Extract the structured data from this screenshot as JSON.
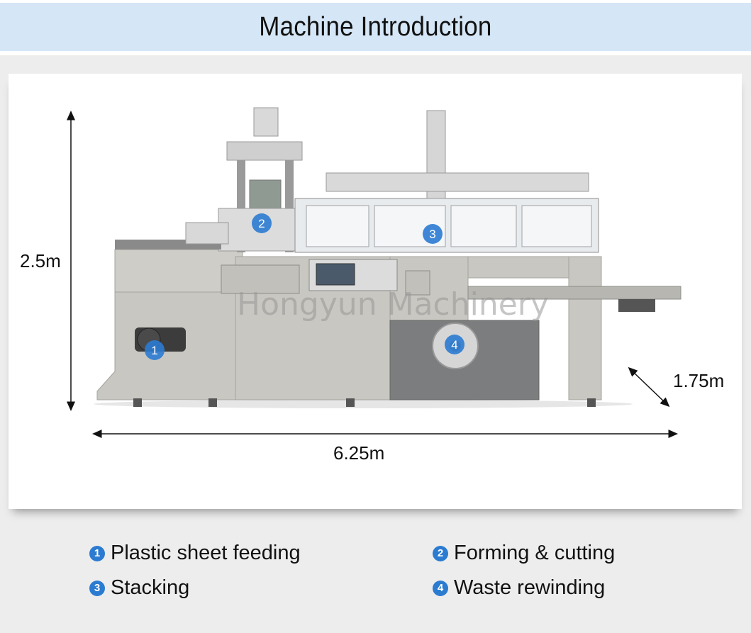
{
  "header": {
    "title": "Machine Introduction"
  },
  "dimensions": {
    "height": "2.5m",
    "length": "6.25m",
    "depth": "1.75m"
  },
  "machine": {
    "watermark": "Hongyun Machinery",
    "markers": [
      "1",
      "2",
      "3",
      "4"
    ]
  },
  "legend": {
    "items": [
      {
        "number": "1",
        "label": "Plastic sheet feeding"
      },
      {
        "number": "2",
        "label": "Forming & cutting"
      },
      {
        "number": "3",
        "label": "Stacking"
      },
      {
        "number": "4",
        "label": "Waste rewinding"
      }
    ]
  },
  "colors": {
    "banner": "#d5e6f6",
    "marker": "#2b7bd1",
    "machine_body": "#c9c7c1"
  }
}
